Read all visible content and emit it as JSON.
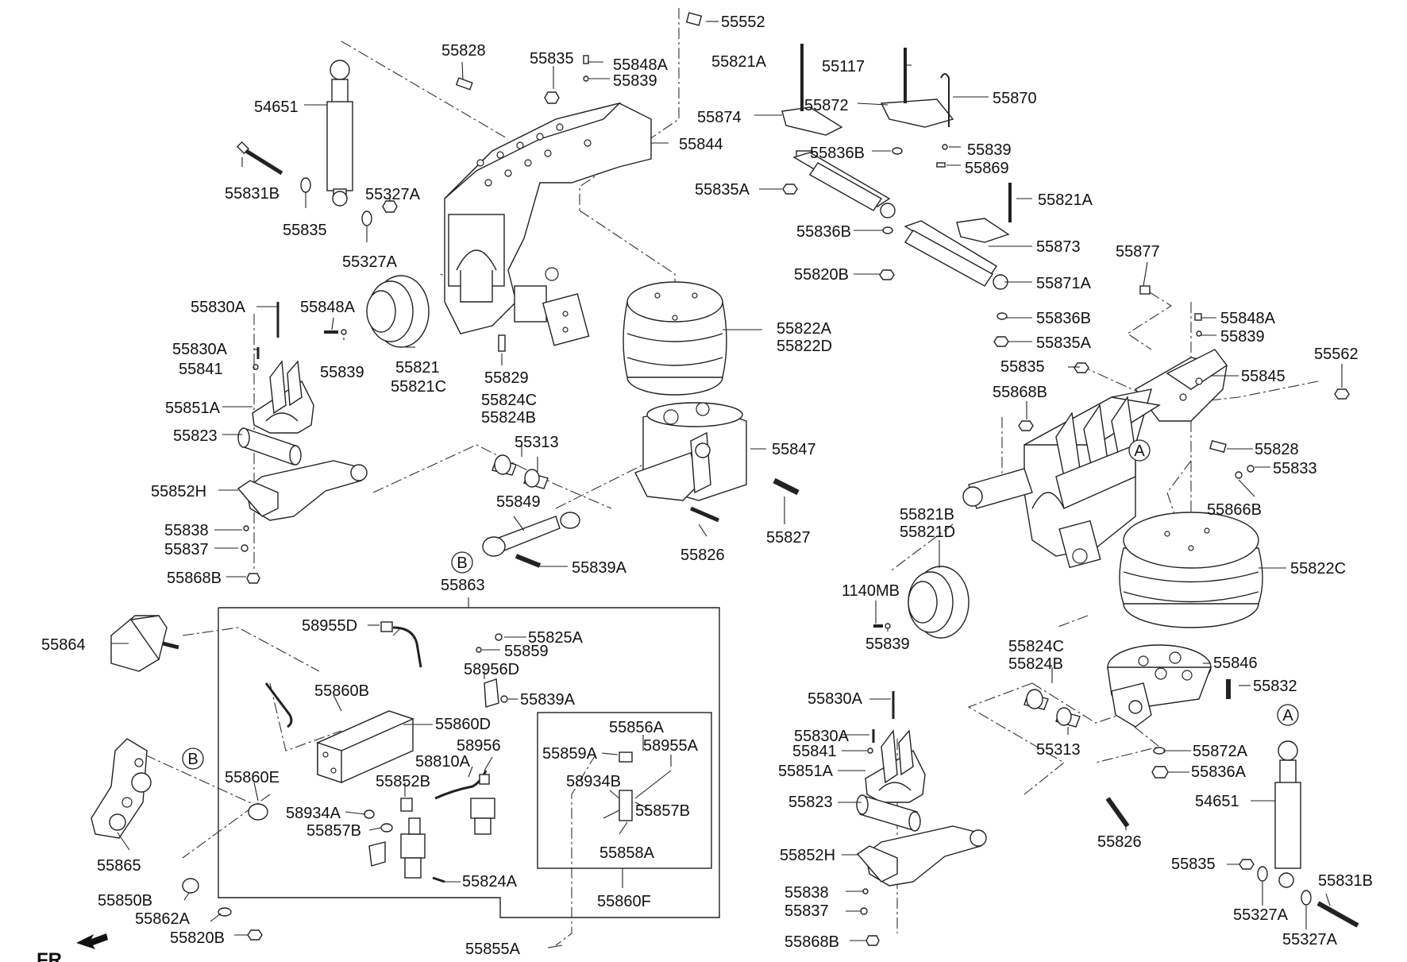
{
  "orientation_label": "FR.",
  "parts": [
    "55552",
    "55828",
    "55835",
    "55848A",
    "55839",
    "54651",
    "55844",
    "55831B",
    "55327A",
    "55835",
    "55327A",
    "55821A",
    "55117",
    "55870",
    "55874",
    "55872",
    "55836B",
    "55839",
    "55869",
    "55835A",
    "55821A",
    "55873",
    "55836B",
    "55820B",
    "55871A",
    "55836B",
    "55835A",
    "55877",
    "55848A",
    "55839",
    "55845",
    "55562",
    "55830A",
    "55848A",
    "55830A",
    "55841",
    "55839",
    "55821",
    "55821C",
    "55829",
    "55822A",
    "55822D",
    "55851A",
    "55823",
    "55824C",
    "55824B",
    "55313",
    "55847",
    "55835",
    "55868B",
    "55828",
    "55833",
    "55852H",
    "55849",
    "55827",
    "55866B",
    "55838",
    "55837",
    "55826",
    "55821B",
    "55821D",
    "55868B",
    "55839A",
    "55863",
    "55822C",
    "1140MB",
    "55839",
    "58955D",
    "55825A",
    "55864",
    "55859",
    "58956D",
    "55860B",
    "55839A",
    "55860D",
    "55824C",
    "55824B",
    "55846",
    "55832",
    "55830A",
    "55856A",
    "55859A",
    "58955A",
    "58810A",
    "58956",
    "55860E",
    "58934B",
    "55830A",
    "55841",
    "55313",
    "55872A",
    "55851A",
    "55836A",
    "55865",
    "58934A",
    "55852B",
    "55857B",
    "55857B",
    "55823",
    "54651",
    "55852H",
    "55826",
    "55824A",
    "55858A",
    "55835",
    "55838",
    "55831B",
    "55850B",
    "55860F",
    "55837",
    "55327A",
    "55862A",
    "55327A",
    "55820B",
    "55868B",
    "55855A"
  ],
  "callouts": {
    "a": "A",
    "b": "B"
  }
}
